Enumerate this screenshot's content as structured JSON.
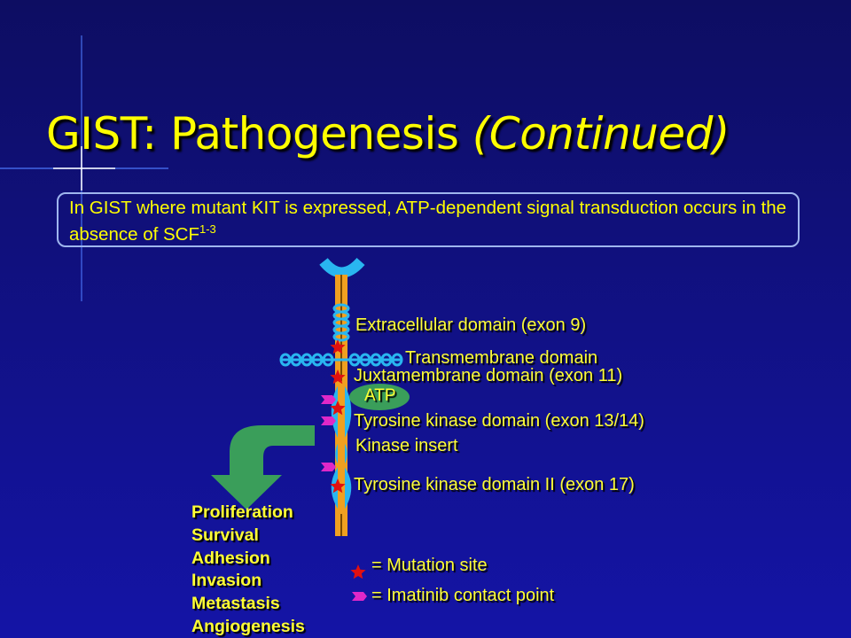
{
  "title": {
    "main": "GIST: Pathogenesis",
    "italic": "(Continued)"
  },
  "statement": {
    "text": "In GIST where mutant KIT is expressed, ATP-dependent signal transduction occurs in the absence of SCF",
    "superscript": "1-3"
  },
  "domains": {
    "extracellular": "Extracellular domain (exon 9)",
    "transmembrane": "Transmembrane domain",
    "juxtamembrane": "Juxtamembrane domain (exon 11)",
    "atp": "ATP",
    "tk1": "Tyrosine kinase domain (exon 13/14)",
    "kinase_insert": "Kinase insert",
    "tk2": "Tyrosine kinase domain II (exon 17)"
  },
  "outcomes": [
    "Proliferation",
    "Survival",
    "Adhesion",
    "Invasion",
    "Metastasis",
    "Angiogenesis"
  ],
  "legend": {
    "mutation": "= Mutation site",
    "imatinib": "= Imatinib contact point"
  },
  "colors": {
    "title": "#ffff00",
    "receptor": "#29b6f0",
    "receptor_core": "#f0a020",
    "atp": "#3a9e5a",
    "arrow": "#3a9e5a",
    "star": "#e01010",
    "contact": "#e028c8"
  }
}
